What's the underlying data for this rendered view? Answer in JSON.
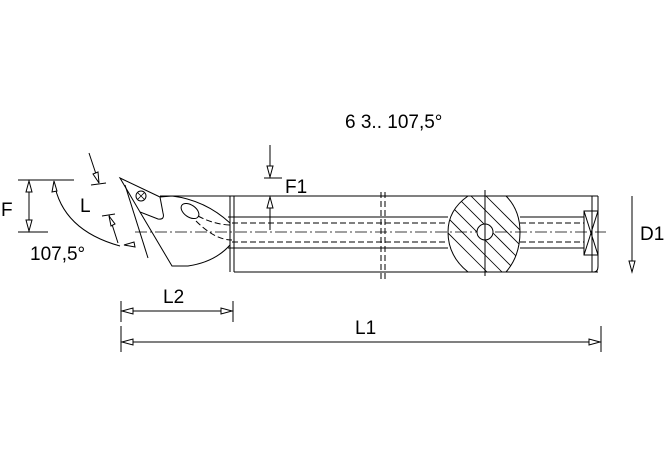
{
  "title": "6 3.. 107,5°",
  "dimensions": {
    "F": "F",
    "F1": "F1",
    "L": "L",
    "angle": "107,5°",
    "L1": "L1",
    "L2": "L2",
    "D1": "D1"
  },
  "colors": {
    "line": "#000000",
    "background": "#ffffff"
  }
}
